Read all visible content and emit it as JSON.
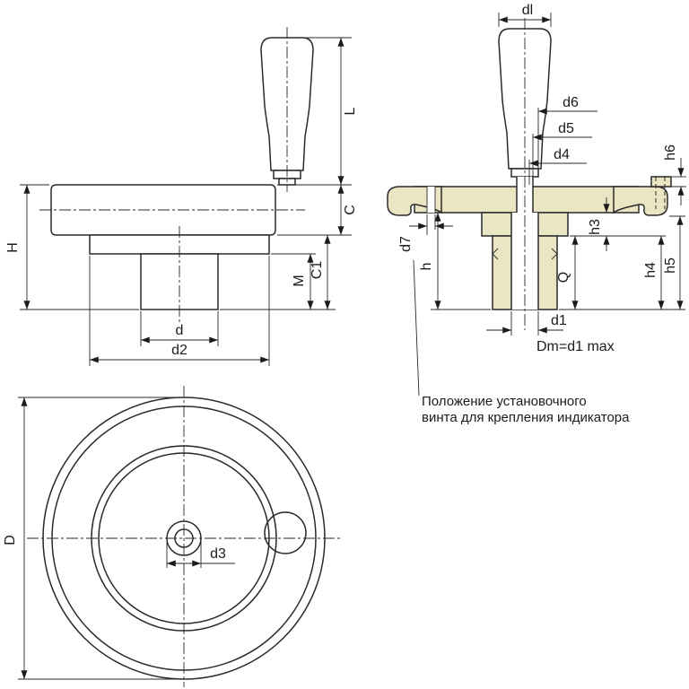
{
  "labels": {
    "side": {
      "H": "H",
      "L": "L",
      "C": "C",
      "C1": "C1",
      "M": "M",
      "d": "d",
      "d2": "d2"
    },
    "section": {
      "dl": "dl",
      "d6": "d6",
      "d5": "d5",
      "d4": "d4",
      "h6": "h6",
      "h3": "h3",
      "h4": "h4",
      "h5": "h5",
      "d7": "d7",
      "h": "h",
      "Q": "Q",
      "d1": "d1",
      "dm": "Dm=d1 max"
    },
    "front": {
      "D": "D",
      "d3": "d3"
    }
  },
  "annotation": {
    "line1": "Положение установочного",
    "line2": "винта для крепления индикатора"
  },
  "colors": {
    "section_fill": "#EAE6C4",
    "line_color": "#2A2A2A"
  }
}
